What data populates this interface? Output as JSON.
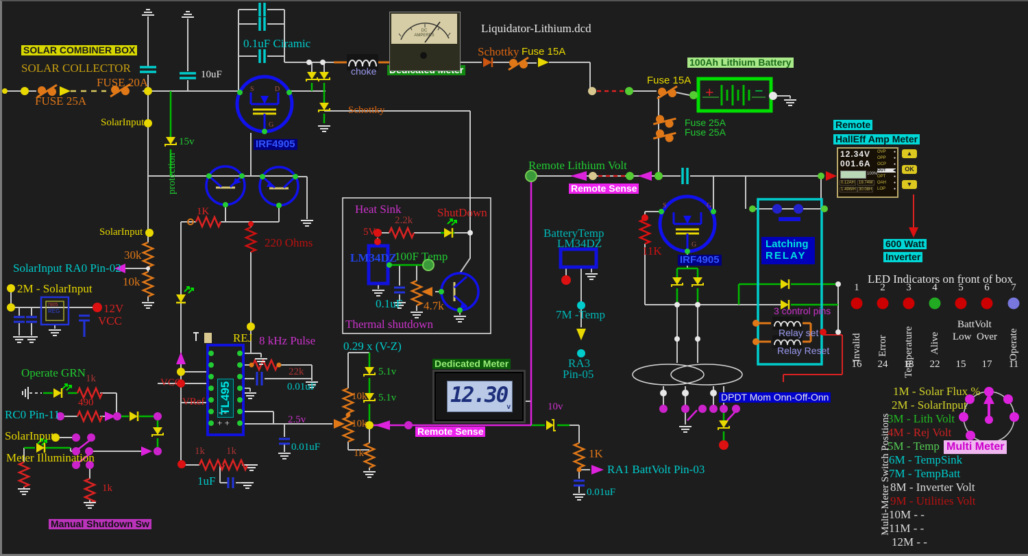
{
  "title": "Liquidator-Lithium.dcd",
  "colors": {
    "background": "#1d1d1d",
    "wire": "#c8c8c8",
    "wire_green": "#00bb00",
    "wire_magenta": "#dd22dd",
    "wire_red": "#dd2222",
    "wire_orange": "#e07818",
    "component_blue": "#1111ee",
    "diode_yellow": "#e8d800",
    "highlight_cyan": "#00d8d8",
    "highlight_magenta": "#ee22ee",
    "highlight_green": "#a8e888",
    "highlight_yellow": "#d8d800"
  },
  "labels": {
    "solar_combiner_box": "SOLAR COMBINER BOX",
    "solar_collector": "SOLAR COLLECTOR",
    "fuse_20a": "FUSE 20A",
    "fuse_25a": "FUSE 25A",
    "solar_input_top": "SolarInput",
    "protection": "protection",
    "v15": "15v",
    "uf10": "10uF",
    "ciramic": "0.1uF Ciramic",
    "choke": "choke",
    "dedicated_meter_top": "Dedicated Meter",
    "schottky_top": "Schottky",
    "fuse_15a_top": "Fuse 15A",
    "fuse_15a_right": "Fuse 15A",
    "fuse_25a_r1": "Fuse 25A",
    "fuse_25a_r2": "Fuse 25A",
    "remote": "Remote",
    "solar_input_mid": "SolarInput",
    "k30": "30k",
    "ra0": "SolarInput  RA0 Pin-02",
    "k10": "10k",
    "m2_solar": "2M - SolarInput",
    "v12": "12V",
    "vcc12": "VCC",
    "k1_left": "1K",
    "ohms220": "220 Ohms",
    "schottky_mid": "Schottky",
    "heat_sink": "Heat Sink",
    "k2_2": "2.2k",
    "v5": "5V",
    "shutdown": "ShutDown",
    "lm34dz_hs": "LM34DZ",
    "temp100": "100F Temp",
    "uf01_hs": "0.1uF",
    "k4_7": "4.7k",
    "thermal": "Thermal shutdown",
    "rej": "REJ",
    "pulse8k": "8 kHz Pulse",
    "vcc_tl": "VCC",
    "k22": "22k",
    "uf001_a": "0.01uF",
    "vref": "VRef",
    "v2_5": "2.5v",
    "uf001_b": "0.01uF",
    "k1_a": "1k",
    "k1_b": "1k",
    "uf1": "1uF",
    "vz029": "0.29 x (V-Z)",
    "v5_1a": "5.1v",
    "v5_1b": "5.1v",
    "k10_a": "10k",
    "k10_b": "10k",
    "k1_c": "1k",
    "remote_sense_b": "Remote Sense",
    "v10": "10v",
    "k1_rt": "1K",
    "ra1": "RA1 BattVolt Pin-03",
    "uf001_c": "0.01uF",
    "remote_lith": "Remote Lithium Volt",
    "remote_sense_a": "Remote Sense",
    "batterytemp": "BatteryTemp",
    "lm34dz_bt": "LM34DZ",
    "temp7m": "7M -Temp",
    "ra3": "RA3",
    "pin05": "Pin-05",
    "k11": "11K",
    "pins3": "3 control pins",
    "relay_set": "Relay set",
    "relay_reset": "Relay Reset",
    "dpdt": "DPDT Mom Onn-Off-Onn",
    "operate_grn": "Operate GRN",
    "k1_og": "1k",
    "r490": "490",
    "rc0": "RC0 Pin-11",
    "solar_input_sw": "SolarInput",
    "meter_illum": "Meter Illumination",
    "k1_mi": "1k",
    "manual_sd": "Manual Shutdown Sw"
  },
  "mosfet": {
    "name": "IRF4905",
    "s": "S",
    "d": "D",
    "g": "G"
  },
  "analog_meter": {
    "label": "Dedicated Meter",
    "line1": "DC",
    "line2": "AMPERES"
  },
  "digital_meter": {
    "label": "Dedicated Meter",
    "value": "12.30",
    "unit": "v"
  },
  "halleff": {
    "remote": "Remote",
    "title": "HallEff Amp Meter",
    "volts": "12.34V",
    "amps": "001.6A",
    "percent": "100%",
    "stats": [
      "0.12AH",
      "19.74W",
      "1.49WH",
      "30:08H"
    ],
    "indicators": [
      "OVP",
      "OPP",
      "OCP",
      "OUT",
      "OPT",
      "OAH",
      "LOP"
    ],
    "buttons": [
      "▲",
      "OK",
      "▼"
    ]
  },
  "battery": {
    "label": "100Ah Lithium Battery",
    "plus": "+",
    "minus": "−"
  },
  "regulator": {
    "line1": "7805",
    "line2": "REG"
  },
  "tl495": {
    "name": "TL495",
    "minus": "-    -",
    "plus": "+    +"
  },
  "relay": {
    "line1": "Latching",
    "line2": "RELAY"
  },
  "inverter": {
    "line1": "600 Watt",
    "line2": "Inverter"
  },
  "led_panel": {
    "title": "LED Indicators on front of box",
    "top_numbers": [
      "1",
      "2",
      "3",
      "4",
      "5",
      "6",
      "7"
    ],
    "led_colors": [
      "#cc0000",
      "#cc0000",
      "#cc0000",
      "#22aa22",
      "#cc0000",
      "#cc0000",
      "#7777dd"
    ],
    "v_labels": [
      "Invalid",
      "Error",
      "Temperature",
      "Alive",
      "Operate"
    ],
    "battvolt": "BattVolt",
    "lowover": "Low  Over",
    "bottom_numbers": [
      "16",
      "24",
      "18",
      "22",
      "15",
      "17",
      "11"
    ]
  },
  "multimeter": {
    "side_label": "Multi-Meter Switch Positions",
    "label": "Multi Meter",
    "positions": [
      {
        "text": "1M - Solar Flux %",
        "color": "#d4d42a"
      },
      {
        "text": "2M - SolarInput",
        "color": "#d4d42a"
      },
      {
        "text": "3M - Lith Volt",
        "color": "#22bb22"
      },
      {
        "text": "4M - Rej Volt",
        "color": "#cc2222"
      },
      {
        "text": "5M - Temp",
        "color": "#55cc55"
      },
      {
        "text": "6M - TempSink",
        "color": "#00cccc"
      },
      {
        "text": "7M - TempBatt",
        "color": "#00cccc"
      },
      {
        "text": "8M - Inverter Volt",
        "color": "#dddddd"
      },
      {
        "text": "9M - Utilities Volt",
        "color": "#bb1111"
      },
      {
        "text": "10M - -",
        "color": "#dddddd"
      },
      {
        "text": "11M - -",
        "color": "#dddddd"
      },
      {
        "text": "12M - -",
        "color": "#dddddd"
      }
    ]
  }
}
